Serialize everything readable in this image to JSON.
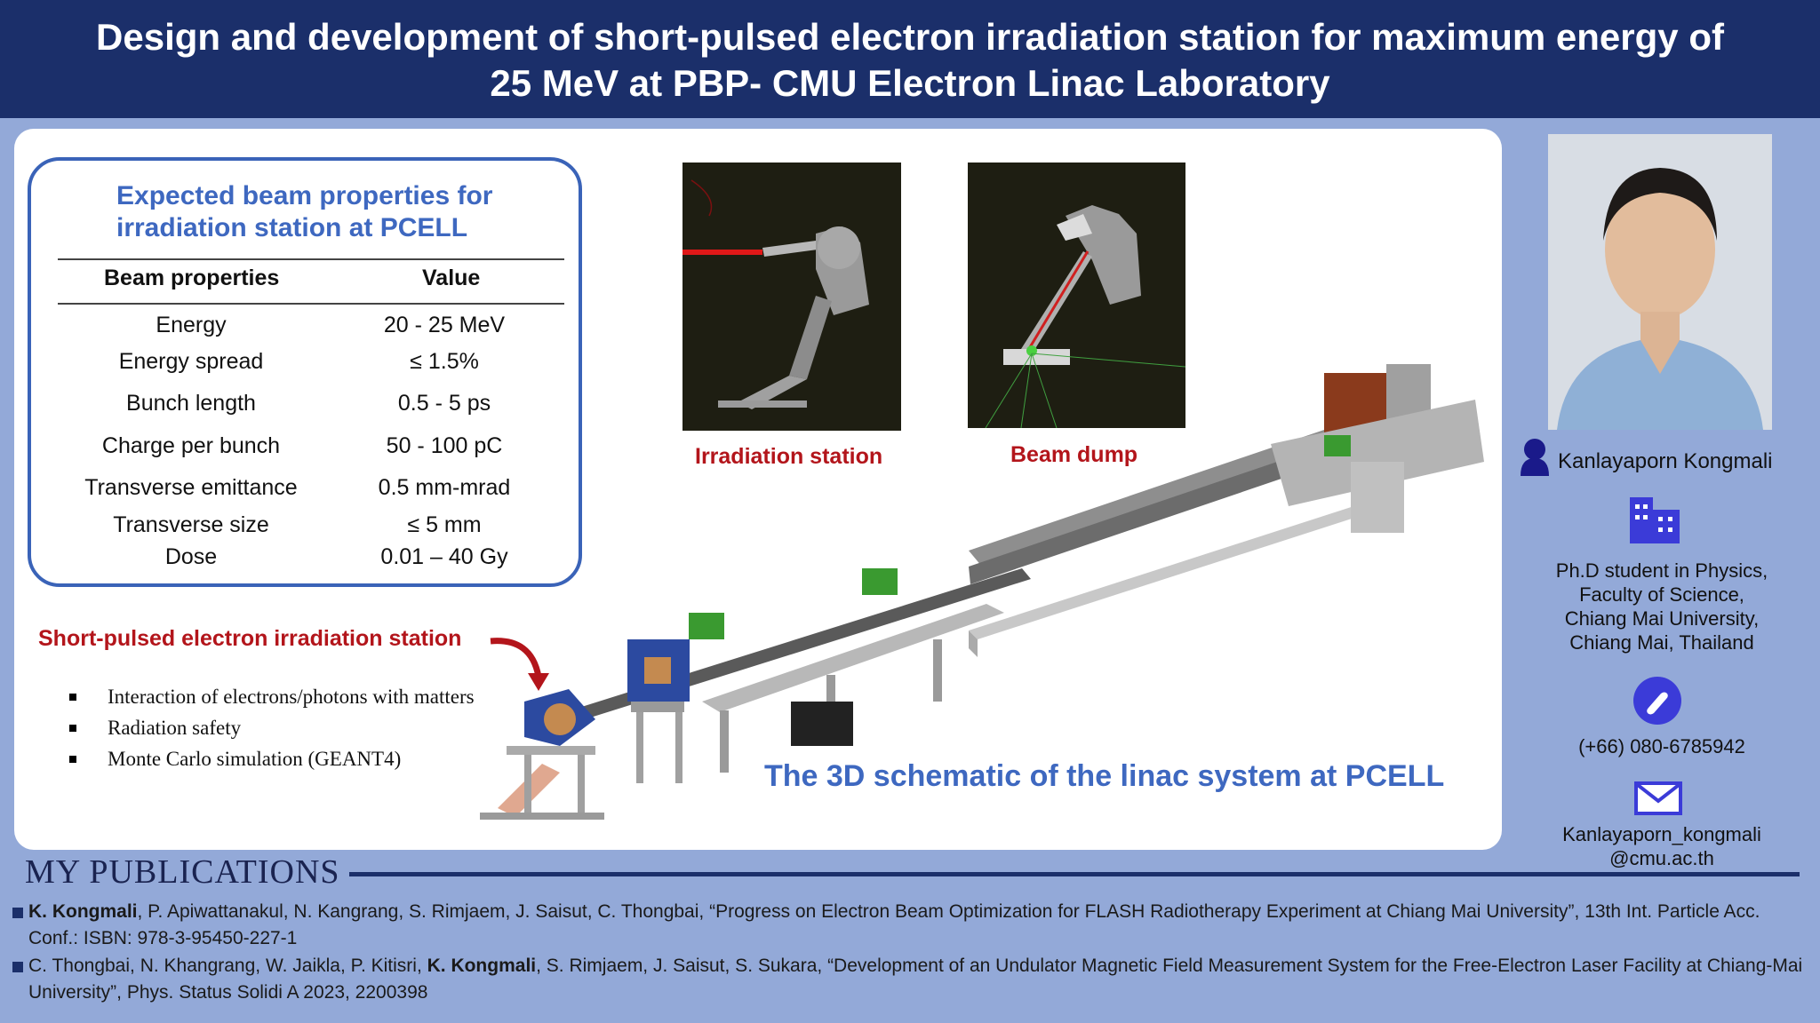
{
  "title_line1": "Design and development of short-pulsed electron irradiation station for maximum energy of",
  "title_line2": "25 MeV at PBP- CMU Electron Linac Laboratory",
  "properties": {
    "title_line1": "Expected beam properties for",
    "title_line2": "irradiation station at PCELL",
    "col_property": "Beam properties",
    "col_value": "Value",
    "rows": [
      {
        "property": "Energy",
        "value": "20 - 25 MeV"
      },
      {
        "property": "Energy spread",
        "value": "≤ 1.5%"
      },
      {
        "property": "Bunch length",
        "value": "0.5 - 5 ps"
      },
      {
        "property": "Charge per bunch",
        "value": "50 - 100 pC"
      },
      {
        "property": "Transverse emittance",
        "value": "0.5 mm-mrad"
      },
      {
        "property": "Transverse size",
        "value": "≤ 5 mm"
      },
      {
        "property": "Dose",
        "value": "0.01 – 40 Gy"
      }
    ]
  },
  "station": {
    "title": "Short-pulsed electron irradiation station",
    "bullets": [
      "Interaction of electrons/photons with matters",
      "Radiation safety",
      "Monte Carlo simulation (GEANT4)"
    ]
  },
  "images": {
    "irradiation_caption": "Irradiation station",
    "dump_caption": "Beam dump",
    "schematic_caption": "The 3D schematic of the linac system at PCELL"
  },
  "profile": {
    "name": "Kanlayaporn Kongmali",
    "affiliation": [
      "Ph.D student in Physics,",
      "Faculty of Science,",
      "Chiang Mai University,",
      "Chiang Mai, Thailand"
    ],
    "phone": "(+66) 080-6785942",
    "email_line1": "Kanlayaporn_kongmali",
    "email_line2": "@cmu.ac.th"
  },
  "publications": {
    "heading": "MY PUBLICATIONS",
    "items": [
      {
        "before": "",
        "bold": "K. Kongmali",
        "after": ", P. Apiwattanakul, N. Kangrang, S. Rimjaem, J. Saisut, C. Thongbai, “Progress on Electron Beam Optimization for FLASH Radiotherapy Experiment at Chiang Mai University”, 13th Int. Particle Acc. Conf.: ISBN: 978-3-95450-227-1"
      },
      {
        "before": "C. Thongbai, N. Khangrang, W. Jaikla, P. Kitisri, ",
        "bold": "K. Kongmali",
        "after": ", S. Rimjaem, J. Saisut, S. Sukara, “Development of an Undulator Magnetic Field Measurement System for the Free-Electron Laser Facility at Chiang-Mai University”, Phys. Status Solidi A 2023, 2200398"
      }
    ]
  }
}
